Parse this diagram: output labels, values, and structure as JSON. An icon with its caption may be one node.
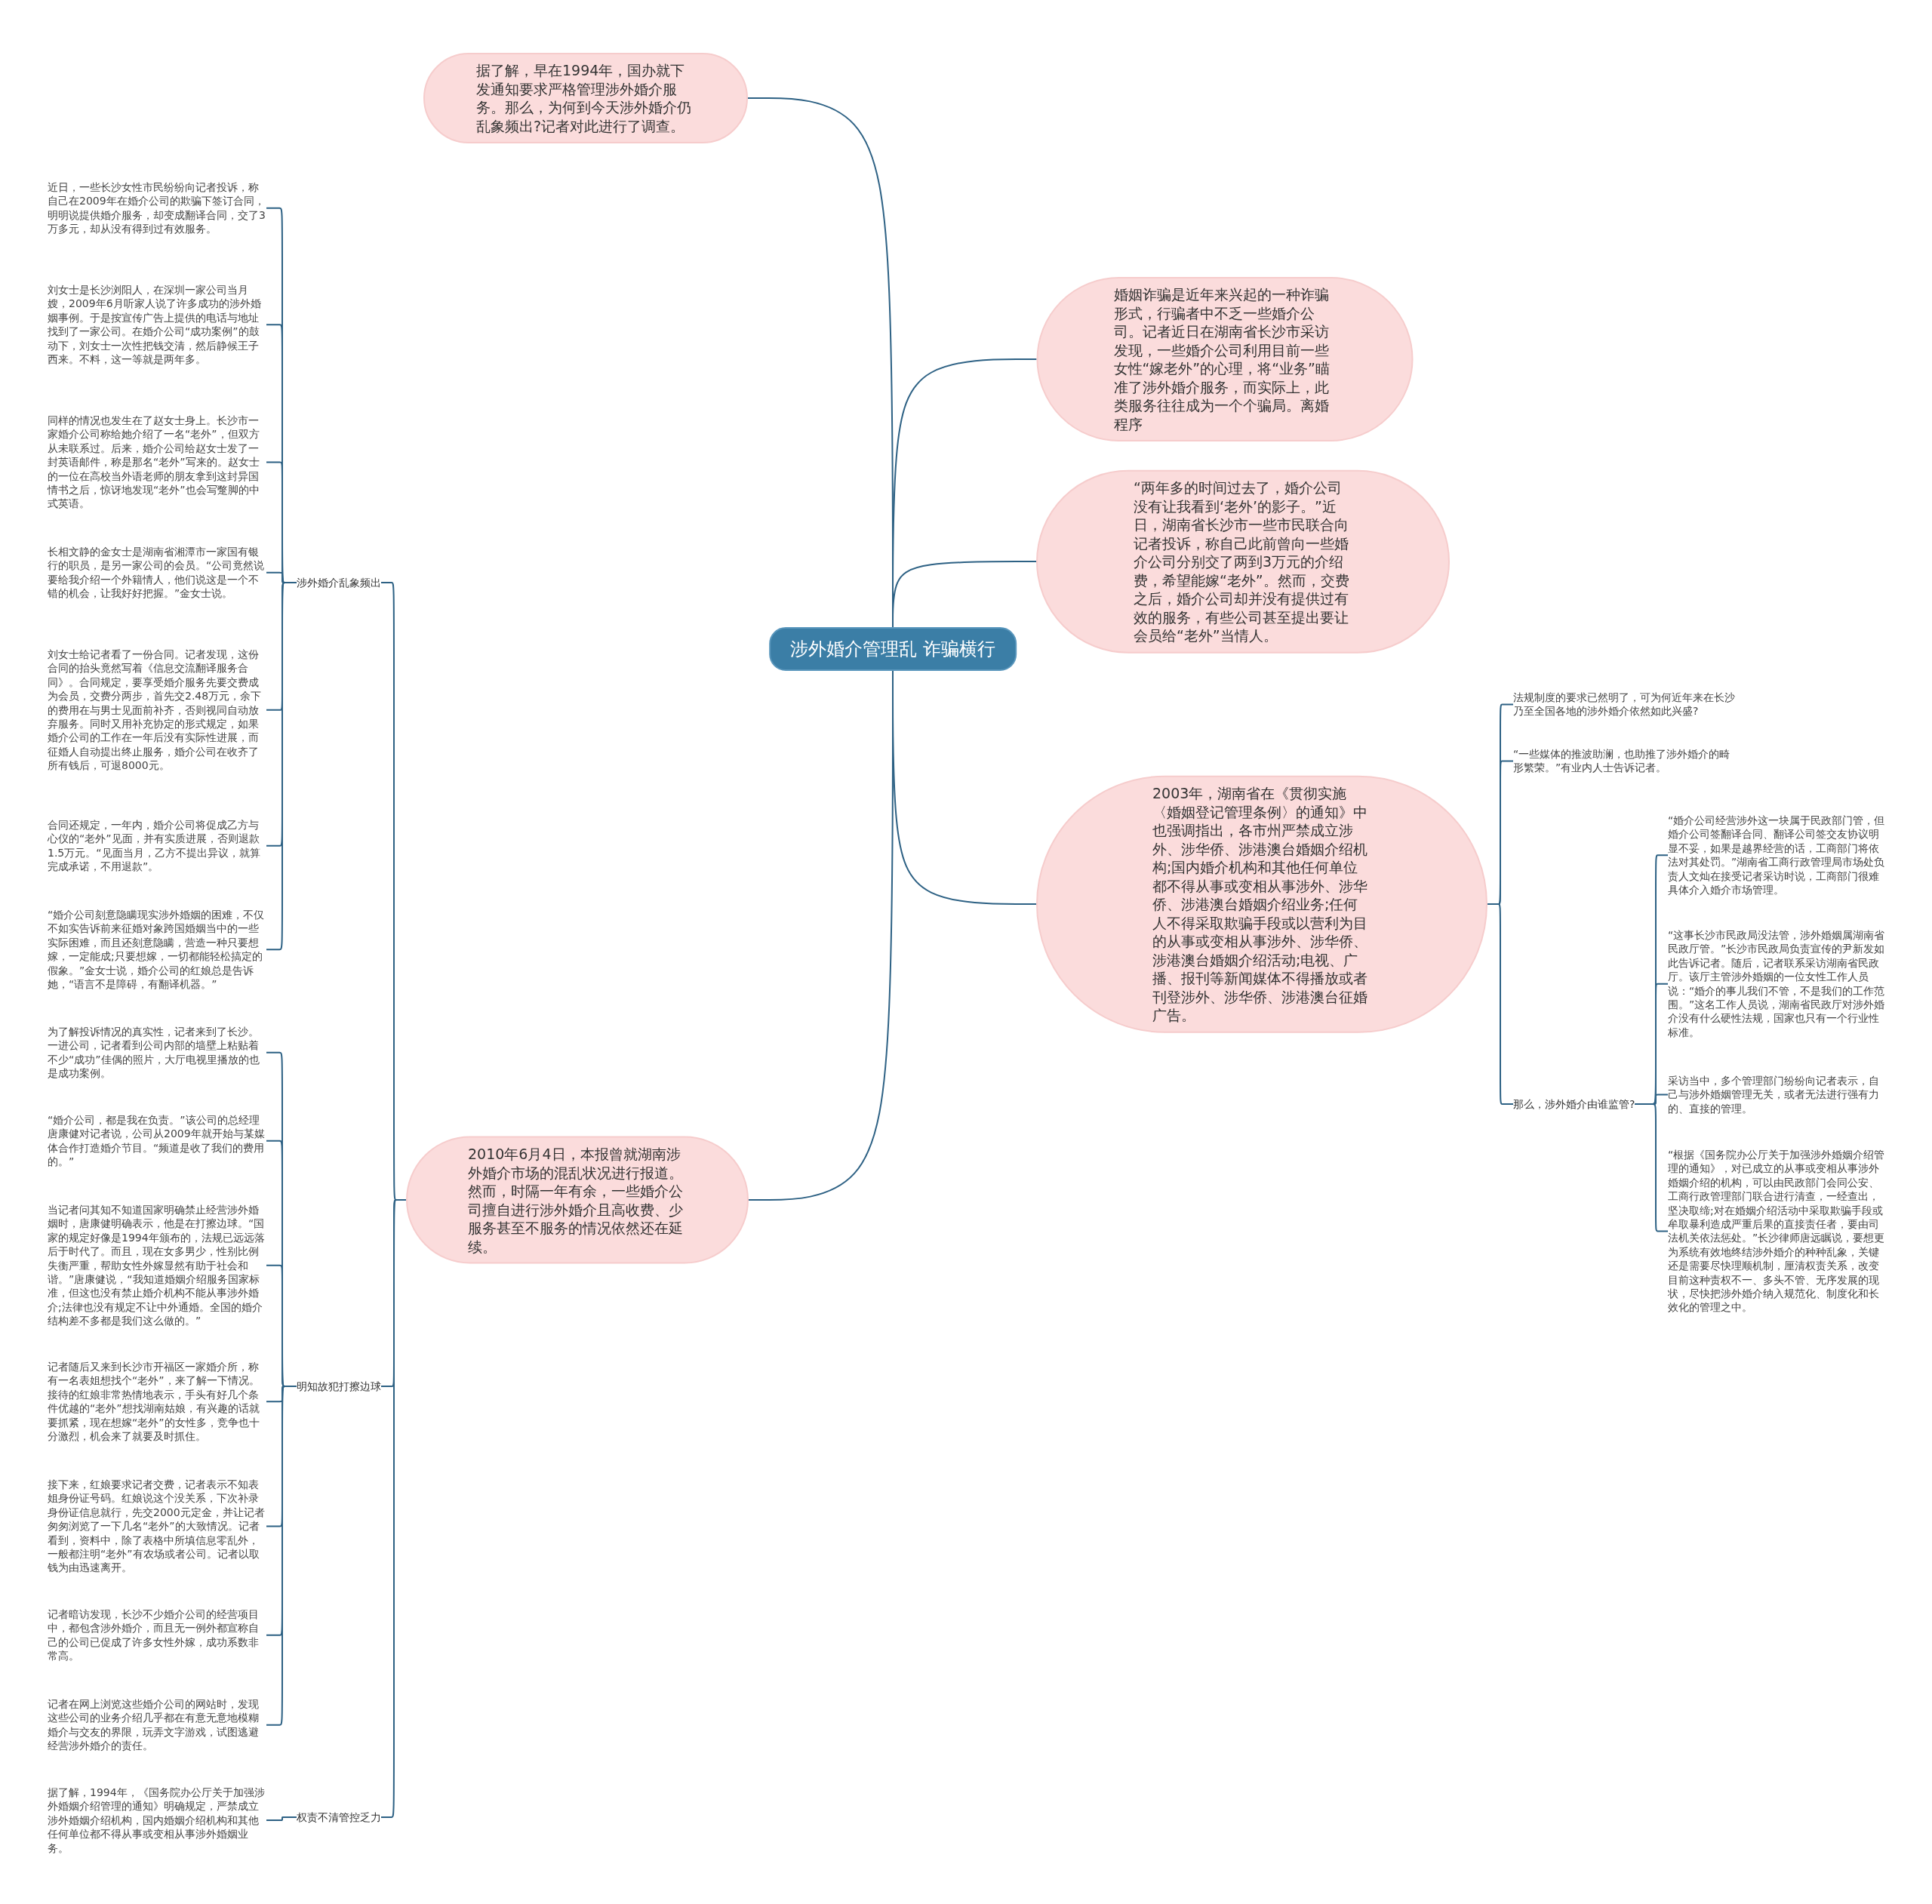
{
  "diagram": {
    "nodes": [
      {
        "text": [
          "涉外婚介管理乱 诈骗横行"
        ]
      },
      {
        "text": [
          "据了解，早在1994年，国办就下发通知要求严格管理涉外婚介服务。那么，为何到今天涉外婚介仍乱象频出?记者对此进行了调查。"
        ]
      },
      {
        "text": [
          "婚姻诈骗是近年来兴起的一种诈骗形式，行骗者中不乏一些婚介公司。记者近日在湖南省长沙市采访发现，一些婚介公司利用目前一些女性“嫁老外”的心理，将“业务”瞄准了涉外婚介服务，而实际上，此类服务往往成为一个个骗局。离婚程序"
        ]
      },
      {
        "text": [
          "“两年多的时间过去了，婚介公司没有让我看到‘老外’的影子。”近日，湖南省长沙市一些市民联合向记者投诉，称自己此前曾向一些婚介公司分别交了两到3万元的介绍费，希望能嫁“老外”。然而，交费之后，婚介公司却并没有提供过有效的服务，有些公司甚至提出要让会员给“老外”当情人。"
        ]
      },
      {
        "text": [
          "2003年，湖南省在《贯彻实施〈婚姻登记管理条例〉的通知》中也强调指出，各市州严禁成立涉外、涉华侨、涉港澳台婚姻介绍机构;国内婚介机构和其他任何单位都不得从事或变相从事涉外、涉华侨、涉港澳台婚姻介绍业务;任何人不得采取欺骗手段或以营利为目的从事或变相从事涉外、涉华侨、涉港澳台婚姻介绍活动;电视、广播、报刊等新闻媒体不得播放或者刊登涉外、涉华侨、涉港澳台征婚广告。"
        ]
      },
      {
        "text": [
          "2010年6月4日，本报曾就湖南涉外婚介市场的混乱状况进行报道。然而，时隔一年有余，一些婚介公司擅自进行涉外婚介且高收费、少服务甚至不服务的情况依然还在延续。"
        ]
      },
      {
        "text": [
          "涉外婚介乱象频出"
        ]
      },
      {
        "text": [
          "近日，一些长沙女性市民纷纷向记者投诉，称自己在2009年在婚介公司的欺骗下签订合同，明明说提供婚介服务，却变成翻译合同，交了3万多元，却从没有得到过有效服务。"
        ]
      },
      {
        "text": [
          "刘女士是长沙浏阳人，在深圳一家公司当月嫂，2009年6月听家人说了许多成功的涉外婚姻事例。于是按宣传广告上提供的电话与地址找到了一家公司。在婚介公司“成功案例”的鼓动下，刘女士一次性把钱交清，然后静候王子西来。不料，这一等就是两年多。"
        ]
      },
      {
        "text": [
          "同样的情况也发生在了赵女士身上。长沙市一家婚介公司称给她介绍了一名“老外”，但双方从未联系过。后来，婚介公司给赵女士发了一封英语邮件，称是那名“老外”写来的。赵女士的一位在高校当外语老师的朋友拿到这封异国情书之后，惊讶地发现“老外”也会写蹩脚的中式英语。"
        ]
      },
      {
        "text": [
          "长相文静的金女士是湖南省湘潭市一家国有银行的职员，是另一家公司的会员。“公司竟然说要给我介绍一个外籍情人，他们说这是一个不错的机会，让我好好把握。”金女士说。"
        ]
      },
      {
        "text": [
          "刘女士给记者看了一份合同。记者发现，这份合同的抬头竟然写着《信息交流翻译服务合同》。合同规定，要享受婚介服务先要交费成为会员，交费分两步，首先交2.48万元，余下的费用在与男士见面前补齐，否则视同自动放弃服务。同时又用补充协定的形式规定，如果婚介公司的工作在一年后没有实际性进展，而征婚人自动提出终止服务，婚介公司在收齐了所有钱后，可退8000元。"
        ]
      },
      {
        "text": [
          "合同还规定，一年内，婚介公司将促成乙方与心仪的“老外”见面，并有实质进展，否则退款1.5万元。“见面当月，乙方不提出异议，就算完成承诺，不用退款”。"
        ]
      },
      {
        "text": [
          "“婚介公司刻意隐瞒现实涉外婚姻的困难，不仅不如实告诉前来征婚对象跨国婚姻当中的一些实际困难，而且还刻意隐瞒，营造一种只要想嫁，一定能成;只要想嫁，一切都能轻松搞定的假象。”金女士说，婚介公司的红娘总是告诉她，“语言不是障碍，有翻译机器。”"
        ]
      },
      {
        "text": [
          "明知故犯打擦边球"
        ]
      },
      {
        "text": [
          "为了解投诉情况的真实性，记者来到了长沙。一进公司，记者看到公司内部的墙壁上粘贴着不少“成功”佳偶的照片，大厅电视里播放的也是成功案例。"
        ]
      },
      {
        "text": [
          "“婚介公司，都是我在负责。”该公司的总经理唐康健对记者说，公司从2009年就开始与某媒体合作打造婚介节目。“频道是收了我们的费用的。”"
        ]
      },
      {
        "text": [
          "当记者问其知不知道国家明确禁止经营涉外婚姻时，唐康健明确表示，他是在打擦边球。“国家的规定好像是1994年颁布的，法规已远远落后于时代了。而且，现在女多男少，性别比例失衡严重，帮助女性外嫁显然有助于社会和谐。”唐康健说，“我知道婚姻介绍服务国家标准，但这也没有禁止婚介机构不能从事涉外婚介;法律也没有规定不让中外通婚。全国的婚介结构差不多都是我们这么做的。”"
        ]
      },
      {
        "text": [
          "记者随后又来到长沙市开福区一家婚介所，称有一名表姐想找个“老外”，来了解一下情况。接待的红娘非常热情地表示，手头有好几个条件优越的“老外”想找湖南姑娘，有兴趣的话就要抓紧，现在想嫁“老外”的女性多，竞争也十分激烈，机会来了就要及时抓住。"
        ]
      },
      {
        "text": [
          "接下来，红娘要求记者交费，记者表示不知表姐身份证号码。红娘说这个没关系，下次补录身份证信息就行，先交2000元定金，并让记者匆匆浏览了一下几名“老外”的大致情况。记者看到，资料中，除了表格中所填信息零乱外，一般都注明“老外”有农场或者公司。记者以取钱为由迅速离开。"
        ]
      },
      {
        "text": [
          "记者暗访发现，长沙不少婚介公司的经营项目中，都包含涉外婚介，而且无一例外都宣称自己的公司已促成了许多女性外嫁，成功系数非常高。"
        ]
      },
      {
        "text": [
          "记者在网上浏览这些婚介公司的网站时，发现这些公司的业务介绍几乎都在有意无意地模糊婚介与交友的界限，玩弄文字游戏，试图逃避经营涉外婚介的责任。"
        ]
      },
      {
        "text": [
          "权责不清管控乏力"
        ]
      },
      {
        "text": [
          "据了解，1994年，《国务院办公厅关于加强涉外婚姻介绍管理的通知》明确规定，严禁成立涉外婚姻介绍机构，国内婚姻介绍机构和其他任何单位都不得从事或变相从事涉外婚姻业务。"
        ]
      },
      {
        "text": [
          "法规制度的要求已然明了，可为何近年来在长沙乃至全国各地的涉外婚介依然如此兴盛?"
        ]
      },
      {
        "text": [
          "“一些媒体的推波助澜，也助推了涉外婚介的畸形繁荣。”有业内人士告诉记者。"
        ]
      },
      {
        "text": [
          "那么，涉外婚介由谁监管?"
        ]
      },
      {
        "text": [
          "“婚介公司经营涉外这一块属于民政部门管，但婚介公司签翻译合同、翻译公司签交友协议明显不妥，如果是越界经营的话，工商部门将依法对其处罚。”湖南省工商行政管理局市场处负责人文灿在接受记者采访时说，工商部门很难具体介入婚介市场管理。"
        ]
      },
      {
        "text": [
          "“这事长沙市民政局没法管，涉外婚姻属湖南省民政厅管。”长沙市民政局负责宣传的尹新发如此告诉记者。随后，记者联系采访湖南省民政厅。该厅主管涉外婚姻的一位女性工作人员说：“婚介的事儿我们不管，不是我们的工作范围。”这名工作人员说，湖南省民政厅对涉外婚介没有什么硬性法规，国家也只有一个行业性标准。"
        ]
      },
      {
        "text": [
          "采访当中，多个管理部门纷纷向记者表示，自己与涉外婚姻管理无关，或者无法进行强有力的、直接的管理。"
        ]
      },
      {
        "text": [
          "“根据《国务院办公厅关于加强涉外婚姻介绍管理的通知》，对已成立的从事或变相从事涉外婚姻介绍的机构，可以由民政部门会同公安、工商行政管理部门联合进行清查，一经查出，坚决取缔;对在婚姻介绍活动中采取欺骗手段或牟取暴利造成严重后果的直接责任者，要由司法机关依法惩处。”长沙律师唐远瞩说，要想更为系统有效地终结涉外婚介的种种乱象，关键还是需要尽快理顺机制，厘清权责关系，改变目前这种责权不一、多头不管、无序发展的现状，尽快把涉外婚介纳入规范化、制度化和长效化的管理之中。"
        ]
      }
    ],
    "edges": [
      {
        "from": 0,
        "to": 1,
        "arrow": "none"
      },
      {
        "from": 0,
        "to": 2,
        "arrow": "none"
      },
      {
        "from": 0,
        "to": 3,
        "arrow": "none"
      },
      {
        "from": 0,
        "to": 4,
        "arrow": "none"
      },
      {
        "from": 0,
        "to": 5,
        "arrow": "none"
      },
      {
        "from": 5,
        "to": 6,
        "arrow": "none"
      },
      {
        "from": 5,
        "to": 14,
        "arrow": "none"
      },
      {
        "from": 5,
        "to": 22,
        "arrow": "none"
      },
      {
        "from": 6,
        "to": 7,
        "arrow": "none"
      },
      {
        "from": 6,
        "to": 8,
        "arrow": "none"
      },
      {
        "from": 6,
        "to": 9,
        "arrow": "none"
      },
      {
        "from": 6,
        "to": 10,
        "arrow": "none"
      },
      {
        "from": 6,
        "to": 11,
        "arrow": "none"
      },
      {
        "from": 6,
        "to": 12,
        "arrow": "none"
      },
      {
        "from": 6,
        "to": 13,
        "arrow": "none"
      },
      {
        "from": 14,
        "to": 15,
        "arrow": "none"
      },
      {
        "from": 14,
        "to": 16,
        "arrow": "none"
      },
      {
        "from": 14,
        "to": 17,
        "arrow": "none"
      },
      {
        "from": 14,
        "to": 18,
        "arrow": "none"
      },
      {
        "from": 14,
        "to": 19,
        "arrow": "none"
      },
      {
        "from": 14,
        "to": 20,
        "arrow": "none"
      },
      {
        "from": 14,
        "to": 21,
        "arrow": "none"
      },
      {
        "from": 22,
        "to": 23,
        "arrow": "none"
      },
      {
        "from": 4,
        "to": 24,
        "arrow": "none"
      },
      {
        "from": 4,
        "to": 25,
        "arrow": "none"
      },
      {
        "from": 4,
        "to": 26,
        "arrow": "none"
      },
      {
        "from": 26,
        "to": 27,
        "arrow": "none"
      },
      {
        "from": 26,
        "to": 28,
        "arrow": "none"
      },
      {
        "from": 26,
        "to": 29,
        "arrow": "none"
      },
      {
        "from": 26,
        "to": 30,
        "arrow": "none"
      }
    ]
  }
}
